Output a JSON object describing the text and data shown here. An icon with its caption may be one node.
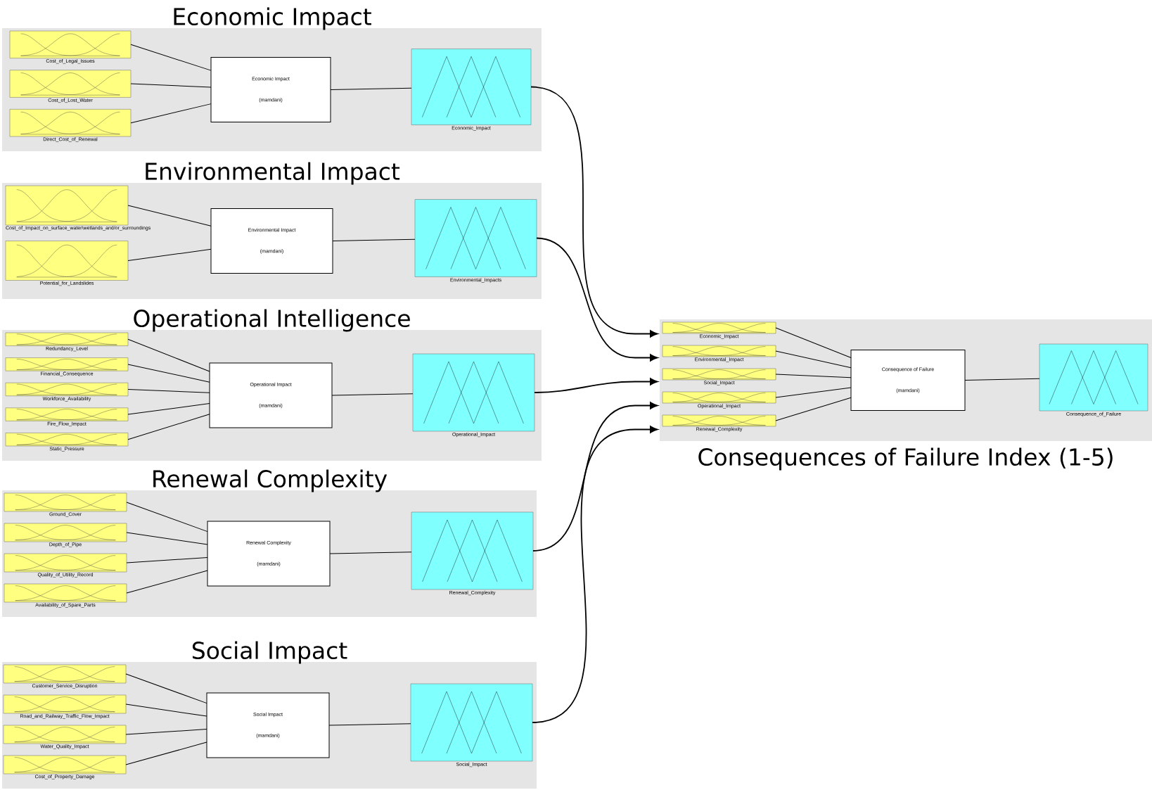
{
  "diagram": {
    "nodes": [
      {
        "text": [
          "Economic Impact"
        ]
      },
      {
        "text": [
          "Cost_of_Legal_Issues"
        ],
        "in": 0
      },
      {
        "text": [
          "Cost_of_Lost_Water"
        ],
        "in": 0
      },
      {
        "text": [
          "Direct_Cost_of_Renewal"
        ],
        "in": 0
      },
      {
        "text": [
          "Economic Impact",
          "(mamdani)"
        ],
        "in": 0
      },
      {
        "text": [
          "Economic_Impact"
        ],
        "in": 0
      },
      {
        "text": [
          "Environmental Impact"
        ]
      },
      {
        "text": [
          "Cost_of_Impact_on_surface_water\\wetlands_and/or_surroundings"
        ],
        "in": 6
      },
      {
        "text": [
          "Potential_for_Landslides"
        ],
        "in": 6
      },
      {
        "text": [
          "Environmental Impact",
          "(mamdani)"
        ],
        "in": 6
      },
      {
        "text": [
          "Environmental_Impacts"
        ],
        "in": 6
      },
      {
        "text": [
          "Operational Intelligence"
        ]
      },
      {
        "text": [
          "Redundancy_Level"
        ],
        "in": 11
      },
      {
        "text": [
          "Financial_Consequence"
        ],
        "in": 11
      },
      {
        "text": [
          "Workforce_Availability"
        ],
        "in": 11
      },
      {
        "text": [
          "Fire_Flow_Impact"
        ],
        "in": 11
      },
      {
        "text": [
          "Static_Pressure"
        ],
        "in": 11
      },
      {
        "text": [
          "Operational Impact",
          "(mamdani)"
        ],
        "in": 11
      },
      {
        "text": [
          "Operational_Impact"
        ],
        "in": 11
      },
      {
        "text": [
          "Renewal Complexity"
        ]
      },
      {
        "text": [
          "Ground_Cover"
        ],
        "in": 19
      },
      {
        "text": [
          "Depth_of_Pipe"
        ],
        "in": 19
      },
      {
        "text": [
          "Quality_of_Utility_Record"
        ],
        "in": 19
      },
      {
        "text": [
          "Availability_of_Spare_Parts"
        ],
        "in": 19
      },
      {
        "text": [
          "Renewal Complexity",
          "(mamdani)"
        ],
        "in": 19
      },
      {
        "text": [
          "Renewal_Complexity"
        ],
        "in": 19
      },
      {
        "text": [
          "Social Impact"
        ]
      },
      {
        "text": [
          "Customer_Service_Disruption"
        ],
        "in": 26
      },
      {
        "text": [
          "Road_and_Railway_Traffic_Flow_Impact"
        ],
        "in": 26
      },
      {
        "text": [
          "Water_Quality_Impact"
        ],
        "in": 26
      },
      {
        "text": [
          "Cost_of_Property_Damage"
        ],
        "in": 26
      },
      {
        "text": [
          "Social Impact",
          "(mamdani)"
        ],
        "in": 26
      },
      {
        "text": [
          "Social_Impact"
        ],
        "in": 26
      },
      {
        "text": [
          "Consequences of Failure Index (1-5)"
        ]
      },
      {
        "text": [
          "Economic_Impact"
        ],
        "in": 33
      },
      {
        "text": [
          "Environmental_Impact"
        ],
        "in": 33
      },
      {
        "text": [
          "Social_Impact"
        ],
        "in": 33
      },
      {
        "text": [
          "Operational_Impact"
        ],
        "in": 33
      },
      {
        "text": [
          "Renewal_Complexity"
        ],
        "in": 33
      },
      {
        "text": [
          "Consequence of Failure",
          "(mamdani)"
        ],
        "in": 33
      },
      {
        "text": [
          "Consequence_of_Failure"
        ],
        "in": 33
      }
    ],
    "edges": [
      {
        "from": 1,
        "to": 4,
        "arrow": "none"
      },
      {
        "from": 2,
        "to": 4,
        "arrow": "none"
      },
      {
        "from": 3,
        "to": 4,
        "arrow": "none"
      },
      {
        "from": 4,
        "to": 5,
        "arrow": "none"
      },
      {
        "from": 7,
        "to": 9,
        "arrow": "none"
      },
      {
        "from": 8,
        "to": 9,
        "arrow": "none"
      },
      {
        "from": 9,
        "to": 10,
        "arrow": "none"
      },
      {
        "from": 12,
        "to": 17,
        "arrow": "none"
      },
      {
        "from": 13,
        "to": 17,
        "arrow": "none"
      },
      {
        "from": 14,
        "to": 17,
        "arrow": "none"
      },
      {
        "from": 15,
        "to": 17,
        "arrow": "none"
      },
      {
        "from": 16,
        "to": 17,
        "arrow": "none"
      },
      {
        "from": 17,
        "to": 18,
        "arrow": "none"
      },
      {
        "from": 20,
        "to": 24,
        "arrow": "none"
      },
      {
        "from": 21,
        "to": 24,
        "arrow": "none"
      },
      {
        "from": 22,
        "to": 24,
        "arrow": "none"
      },
      {
        "from": 23,
        "to": 24,
        "arrow": "none"
      },
      {
        "from": 24,
        "to": 25,
        "arrow": "none"
      },
      {
        "from": 27,
        "to": 31,
        "arrow": "none"
      },
      {
        "from": 28,
        "to": 31,
        "arrow": "none"
      },
      {
        "from": 29,
        "to": 31,
        "arrow": "none"
      },
      {
        "from": 30,
        "to": 31,
        "arrow": "none"
      },
      {
        "from": 31,
        "to": 32,
        "arrow": "none"
      },
      {
        "from": 34,
        "to": 39,
        "arrow": "none"
      },
      {
        "from": 35,
        "to": 39,
        "arrow": "none"
      },
      {
        "from": 36,
        "to": 39,
        "arrow": "none"
      },
      {
        "from": 37,
        "to": 39,
        "arrow": "none"
      },
      {
        "from": 38,
        "to": 39,
        "arrow": "none"
      },
      {
        "from": 39,
        "to": 40,
        "arrow": "none"
      },
      {
        "from": 5,
        "to": 33,
        "arrow": "to"
      },
      {
        "from": 10,
        "to": 33,
        "arrow": "to"
      },
      {
        "from": 18,
        "to": 33,
        "arrow": "to"
      },
      {
        "from": 25,
        "to": 33,
        "arrow": "to"
      },
      {
        "from": 32,
        "to": 33,
        "arrow": "to"
      }
    ]
  }
}
